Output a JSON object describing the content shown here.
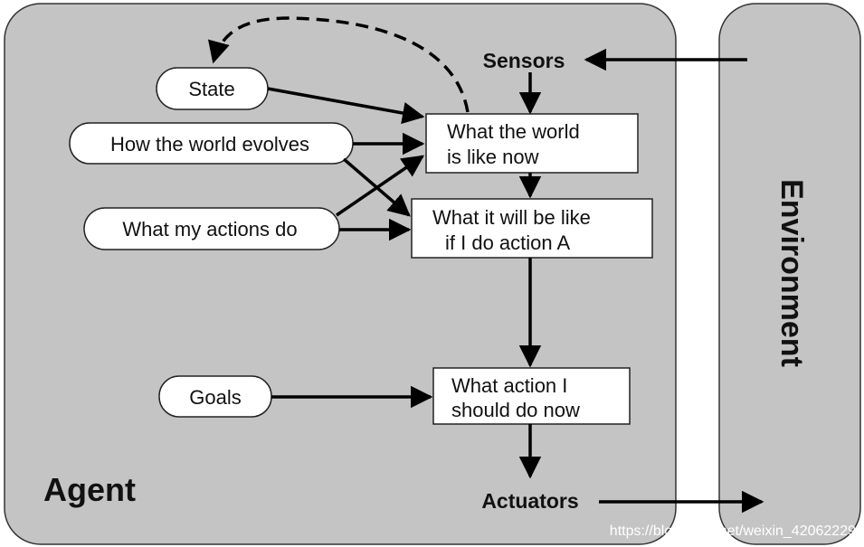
{
  "diagram": {
    "agent_label": "Agent",
    "environment_label": "Environment",
    "sensors_label": "Sensors",
    "actuators_label": "Actuators",
    "ovals": {
      "state": "State",
      "world_evolves": "How the world evolves",
      "actions_do": "What my actions do",
      "goals": "Goals"
    },
    "boxes": {
      "world_now": [
        "What the world",
        "is like now"
      ],
      "if_action": [
        "What it will be like",
        "if I do action A"
      ],
      "what_action": [
        "What action I",
        "should do now"
      ]
    },
    "watermark": "https://blog.csdn.net/weixin_42062229"
  },
  "colors": {
    "panel_fill": "#c4c4c4",
    "panel_stroke": "#333333",
    "node_fill": "#ffffff",
    "arrow": "#000000"
  }
}
